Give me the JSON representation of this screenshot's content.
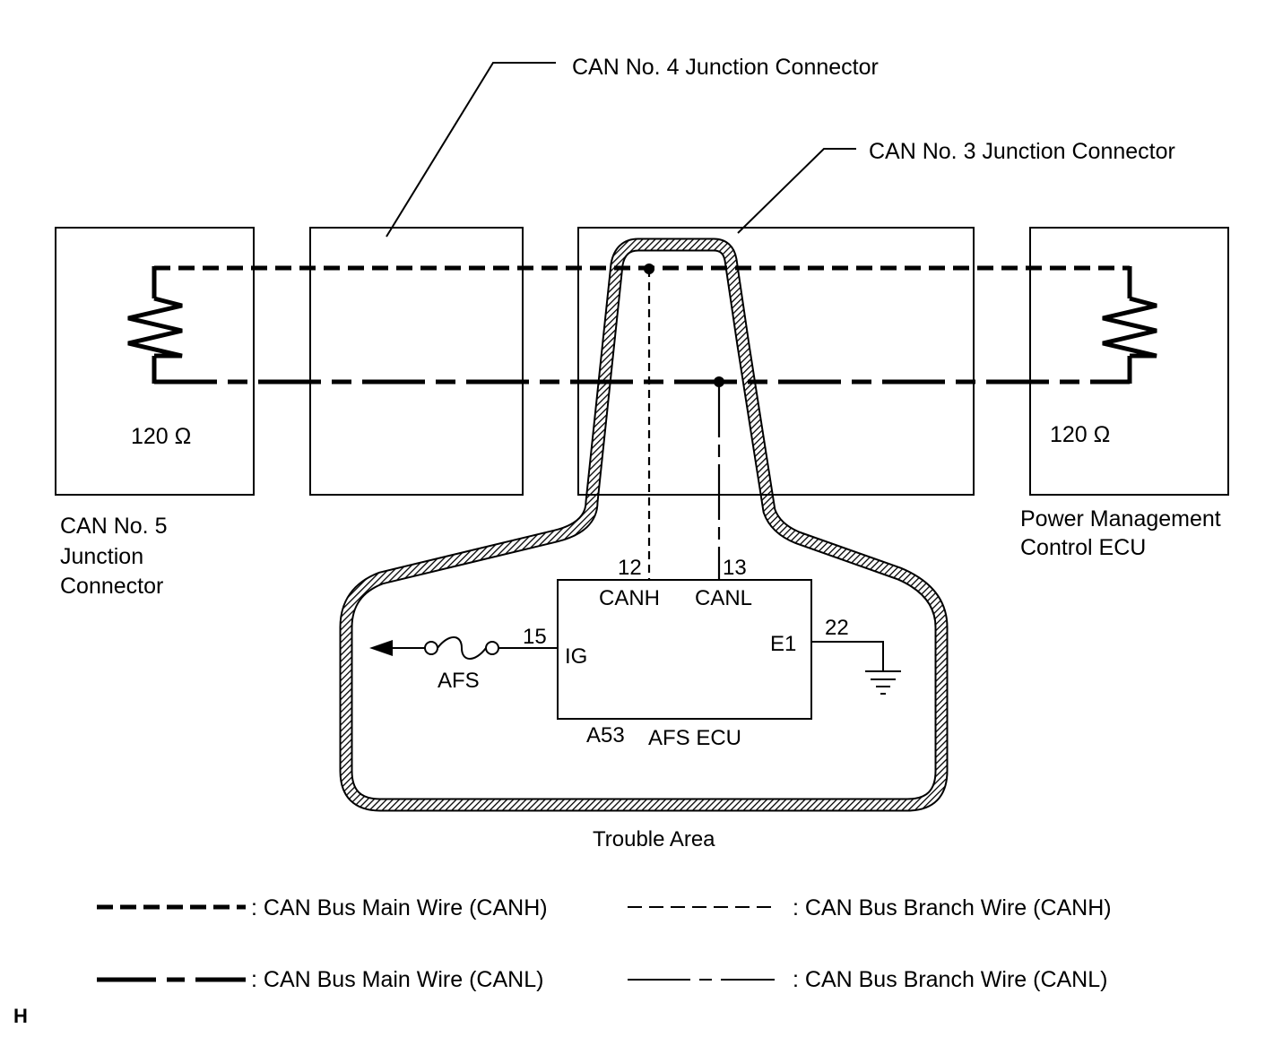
{
  "labels": {
    "can4": "CAN No. 4 Junction Connector",
    "can3": "CAN No. 3 Junction Connector",
    "can5_line1": "CAN No. 5",
    "can5_line2": "Junction",
    "can5_line3": "Connector",
    "pm_line1": "Power Management",
    "pm_line2": "Control ECU",
    "res_left": "120 Ω",
    "res_right": "120 Ω",
    "trouble_area": "Trouble Area",
    "corner_mark": "H"
  },
  "ecu": {
    "code": "A53",
    "name": "AFS ECU",
    "pins": {
      "canh_num": "12",
      "canh_name": "CANH",
      "canl_num": "13",
      "canl_name": "CANL",
      "ig_num": "15",
      "ig_name": "IG",
      "e1_num": "22",
      "e1_name": "E1"
    },
    "fuse_label": "AFS"
  },
  "legend": {
    "main_canh": ": CAN Bus Main Wire (CANH)",
    "branch_canh": ": CAN Bus Branch Wire (CANH)",
    "main_canl": ": CAN Bus Main Wire (CANL)",
    "branch_canl": ": CAN Bus Branch Wire (CANL)"
  }
}
